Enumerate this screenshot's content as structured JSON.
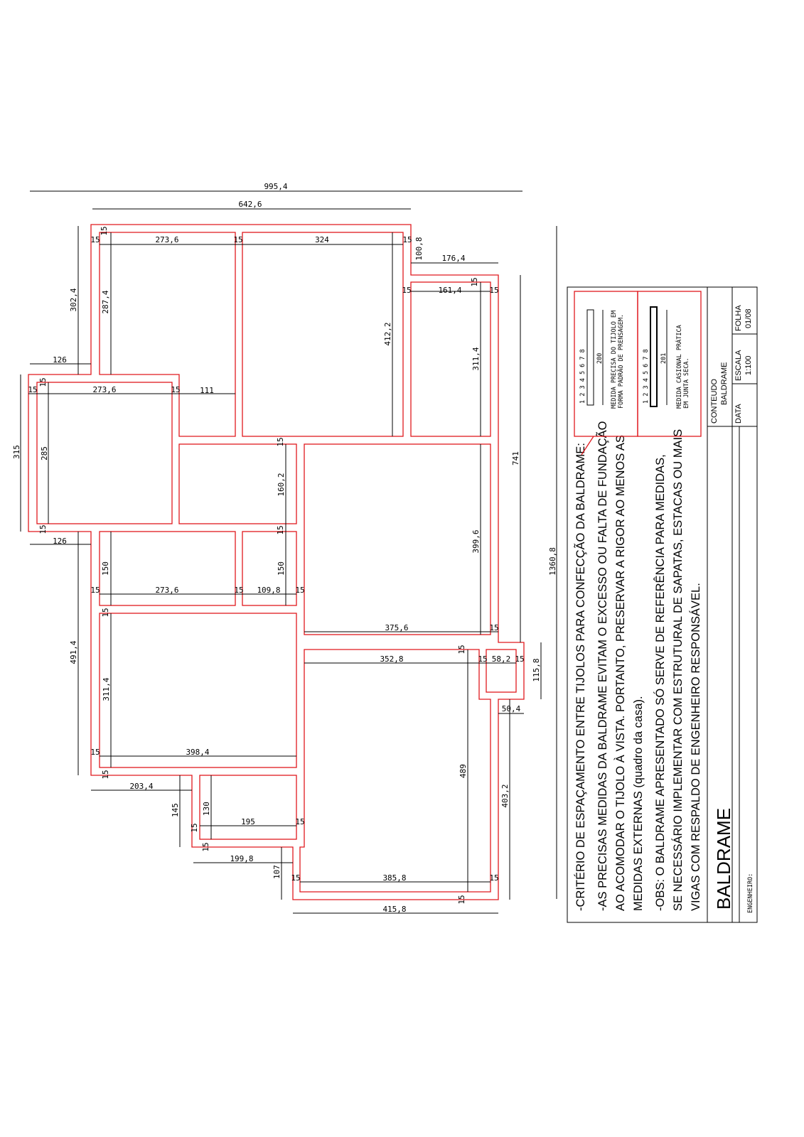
{
  "dimensions": [
    "995,4",
    "642,6",
    "273,6",
    "324",
    "100,8",
    "176,4",
    "161,4",
    "302,4",
    "287,4",
    "412,2",
    "311,4",
    "126",
    "273,6",
    "111",
    "315",
    "285",
    "160,2",
    "741",
    "399,6",
    "126",
    "150",
    "150",
    "1360,8",
    "273,6",
    "109,8",
    "375,6",
    "491,4",
    "352,8",
    "58,2",
    "115,8",
    "311,4",
    "50,4",
    "398,4",
    "489",
    "203,4",
    "403,2",
    "145",
    "130",
    "195",
    "199,8",
    "107",
    "385,8",
    "415,8"
  ],
  "wall_thickness_label": "15",
  "notes": [
    "-CRITÉRIO DE ESPAÇAMENTO ENTRE TIJOLOS PARA CONFECÇÃO DA BALDRAME:",
    "-AS PRECISAS MEDIDAS DA BALDRAME EVITAM O EXCESSO OU FALTA DE FUNDAÇÃO",
    "AO ACOMODAR O TIJOLO À VISTA. PORTANTO, PRESERVAR A RIGOR AO MENOS AS",
    "MEDIDAS EXTERNAS (quadro da casa).",
    "-OBS: O BALDRAME APRESENTADO SÓ SERVE DE REFERÊNCIA PARA MEDIDAS,",
    "SE NECESSÁRIO IMPLEMENTAR COM ESTRUTURAL DE SAPATAS, ESTACAS OU MAIS",
    "VIGAS COM RESPALDO DE ENGENHEIRO RESPONSÁVEL."
  ],
  "legend": {
    "numbers": "1  2  3  4  5  6  7  8",
    "precise": {
      "value": "200",
      "line1": "MEDIDA PRECISA DO TIJOLO EM",
      "line2": "FORMA PADRÃO DE PRENSAGEM."
    },
    "casual": {
      "value": "201",
      "line1": "MEDIDA CASIONAL PRÁTICA",
      "line2": "EM JUNTA SECA."
    }
  },
  "title_block": {
    "title": "BALDRAME",
    "engineer_label": "ENGENHEIRO:",
    "content_label": "CONTEUDO",
    "content_value": "BALDRAME",
    "date_label": "DATA",
    "scale_label": "ESCALA",
    "scale_value": "1:100",
    "sheet_label": "FOLHA",
    "sheet_value": "01/08"
  },
  "colors": {
    "wall": "#e0191e",
    "line": "#000000"
  }
}
